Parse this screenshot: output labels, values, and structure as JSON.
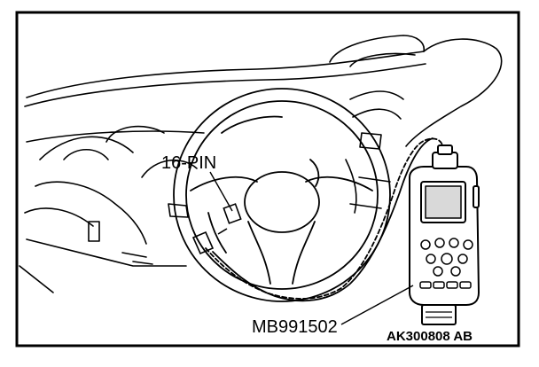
{
  "labels": {
    "connector": "16-PIN",
    "tool": "MB991502",
    "figure_id": "AK300808 AB"
  },
  "colors": {
    "line": "#000000",
    "background": "#ffffff",
    "screen": "#d9d9d9"
  }
}
